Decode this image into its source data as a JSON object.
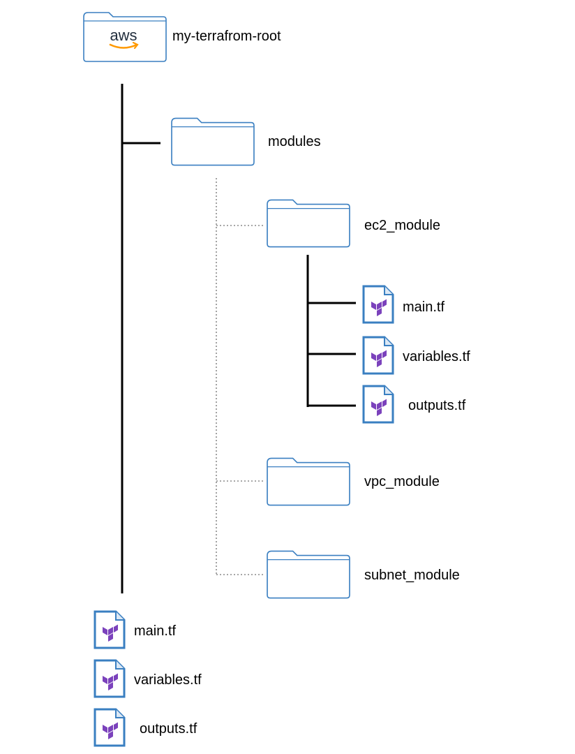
{
  "colors": {
    "folder_stroke": "#3a7fc1",
    "folder_fill": "#ffffff",
    "file_stroke": "#3a7fc1",
    "terraform": "#7b42bc",
    "aws_text": "#232f3e",
    "aws_smile": "#f90",
    "wire": "#000000",
    "dotted_wire": "#8a8a8a"
  },
  "root": {
    "label": "my-terrafrom-root",
    "logo_text": "aws",
    "icon": "aws-folder-icon"
  },
  "modules": {
    "label": "modules",
    "icon": "folder-icon",
    "children": [
      {
        "label": "ec2_module",
        "icon": "folder-icon",
        "files": [
          {
            "label": "main.tf",
            "icon": "terraform-file-icon"
          },
          {
            "label": "variables.tf",
            "icon": "terraform-file-icon"
          },
          {
            "label": "outputs.tf",
            "icon": "terraform-file-icon"
          }
        ]
      },
      {
        "label": "vpc_module",
        "icon": "folder-icon"
      },
      {
        "label": "subnet_module",
        "icon": "folder-icon"
      }
    ]
  },
  "root_files": [
    {
      "label": "main.tf",
      "icon": "terraform-file-icon"
    },
    {
      "label": "variables.tf",
      "icon": "terraform-file-icon"
    },
    {
      "label": "outputs.tf",
      "icon": "terraform-file-icon"
    }
  ]
}
